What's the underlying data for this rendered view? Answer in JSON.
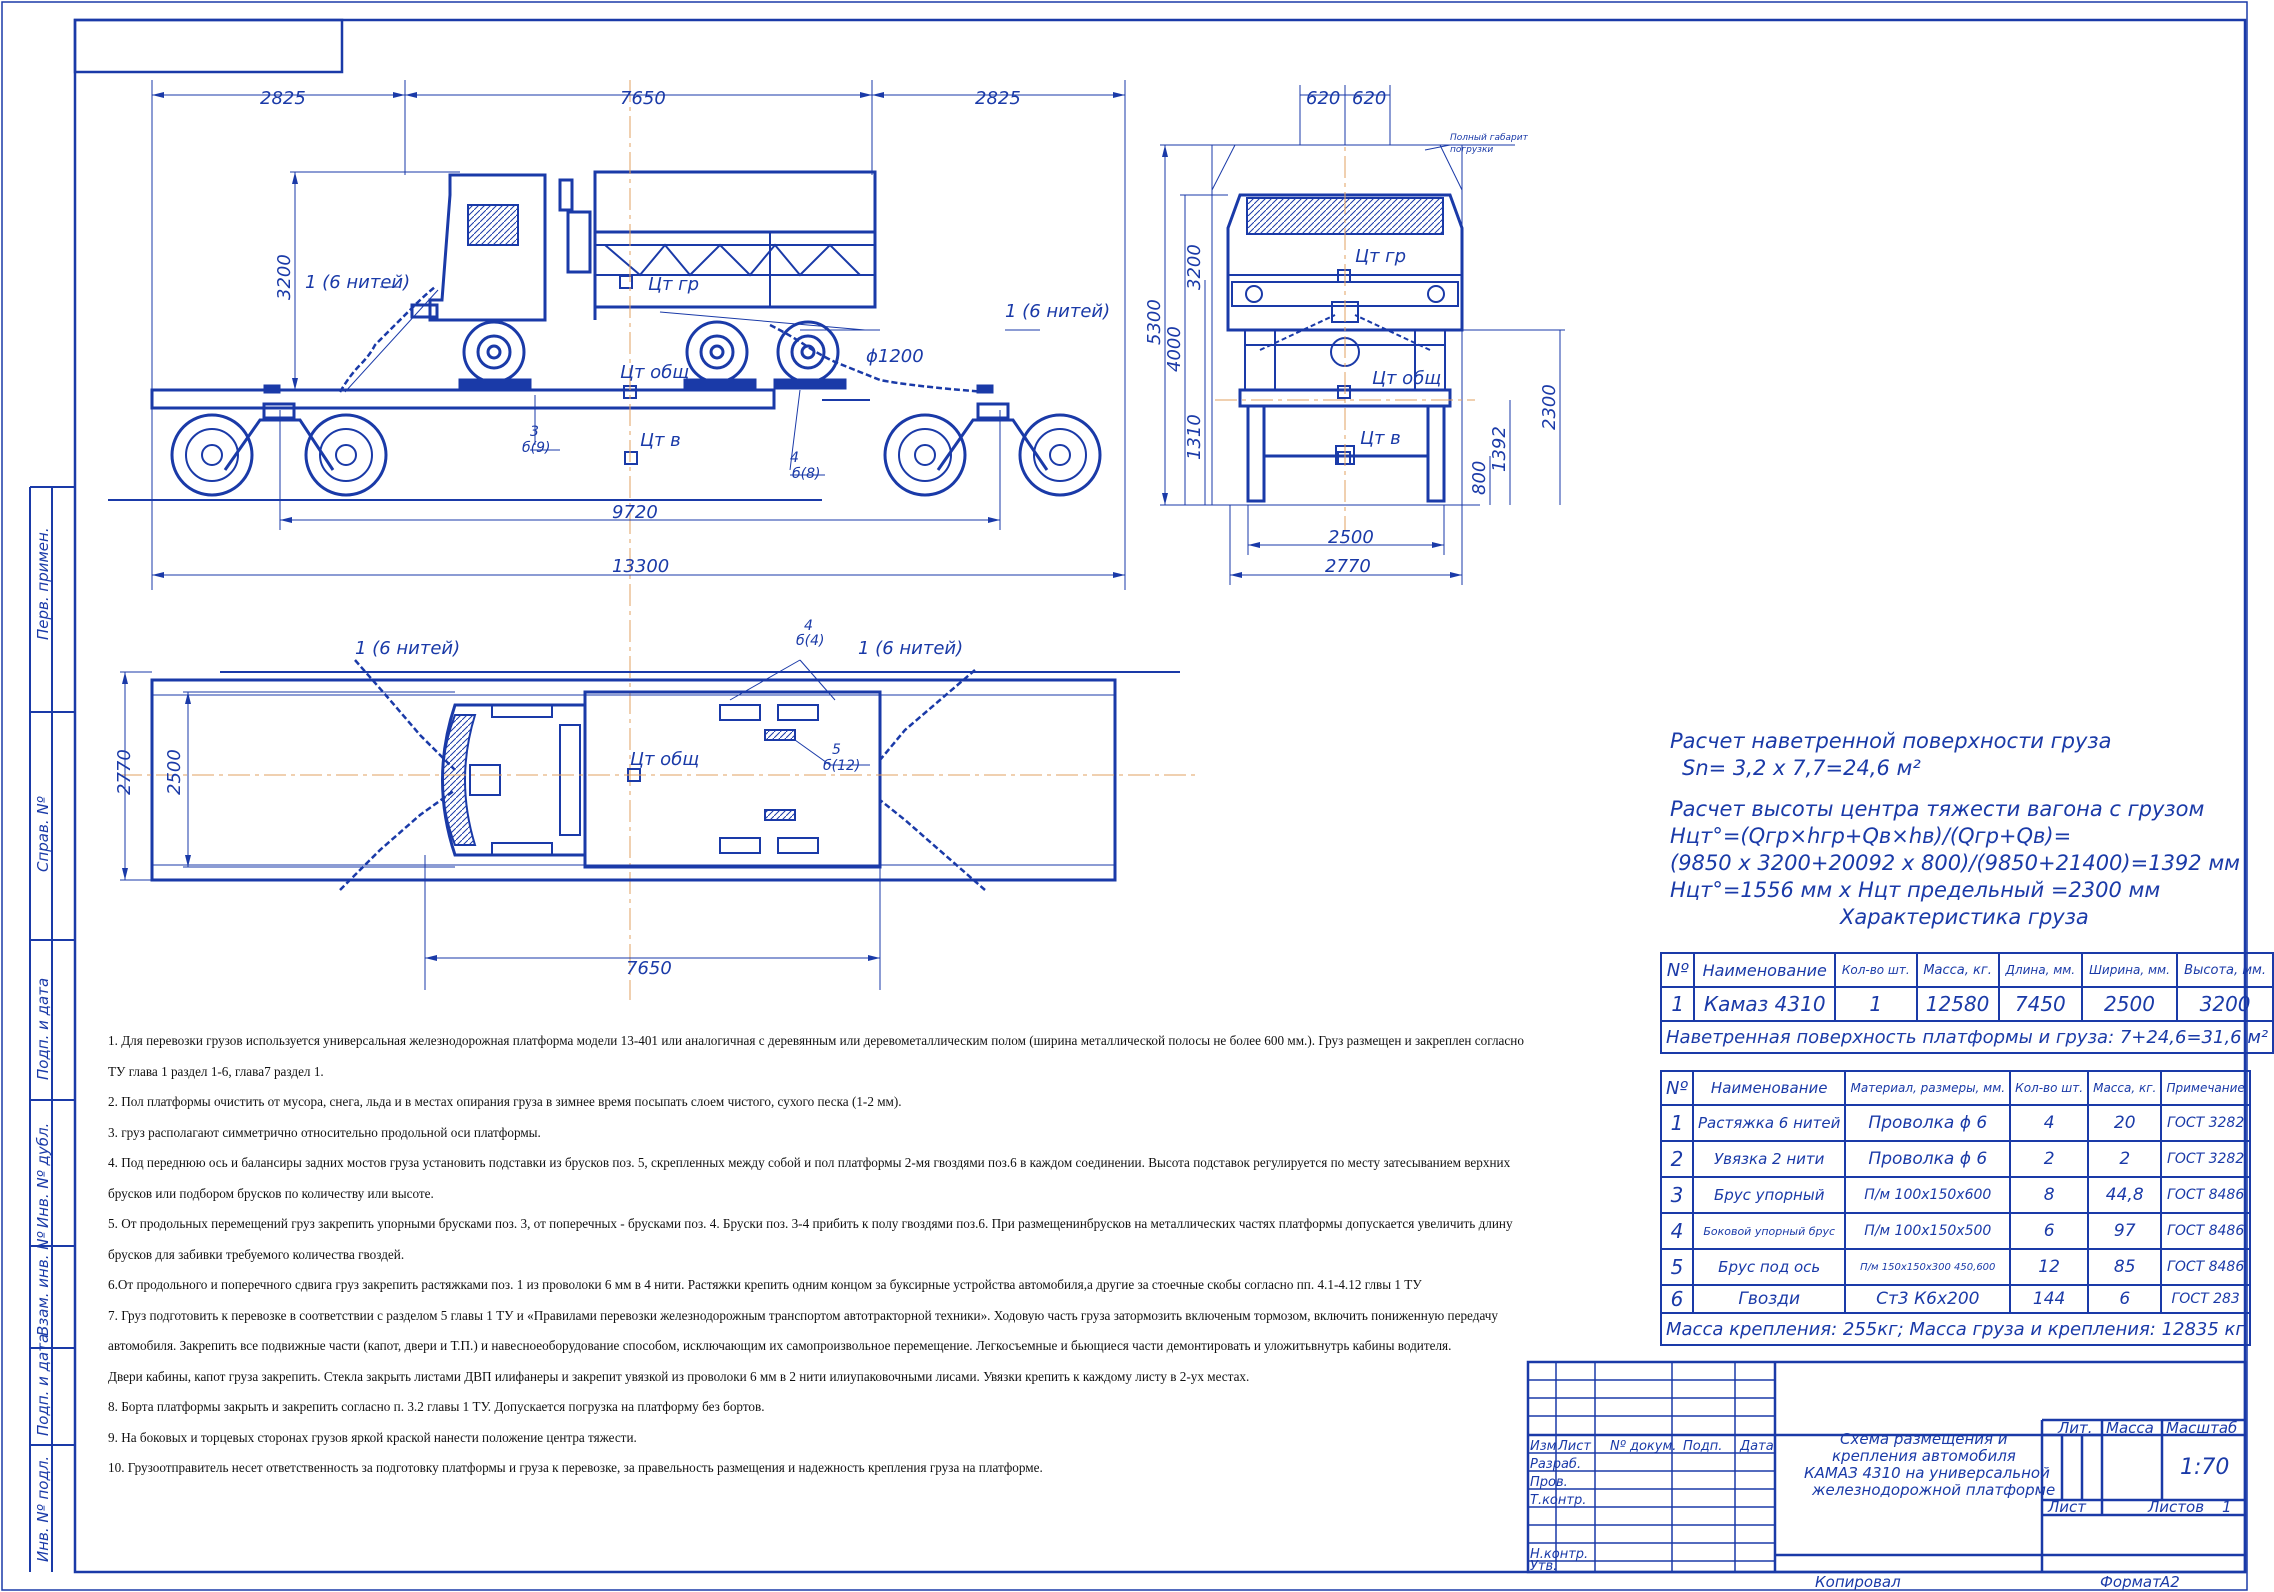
{
  "dims": {
    "d2825a": "2825",
    "d7650": "7650",
    "d2825b": "2825",
    "d3200": "3200",
    "d9720": "9720",
    "d13300": "13300",
    "d1200": "ϕ1200",
    "d620a": "620",
    "d620b": "620",
    "d5300": "5300",
    "d3200b": "3200",
    "d4000": "4000",
    "d1310": "1310",
    "d2300": "2300",
    "d1392": "1392",
    "d800": "800",
    "d2500": "2500",
    "d2770": "2770",
    "p2770": "2770",
    "p2500": "2500",
    "p7650": "7650"
  },
  "labels": {
    "strap_left": "1 (6 нитей)",
    "strap_right": "1 (6 нитей)",
    "strap_plan_left": "1 (6 нитей)",
    "strap_plan_right": "1 (6 нитей)",
    "cg_cargo": "Цт гр",
    "cg_total": "Цт общ",
    "cg_wagon": "Цт в",
    "cg_cargo_end": "Цт гр",
    "cg_total_end": "Цт общ",
    "cg_wagon_end": "Цт в",
    "cg_total_plan": "Цт общ",
    "pos3": "3",
    "pos3b": "б(9)",
    "pos4": "4",
    "pos4b": "б(8)",
    "pos4p": "4",
    "pos4pb": "б(4)",
    "pos5p": "5",
    "pos5pb": "б(12)",
    "side_note_1": "Полный габарит",
    "side_note_2": "погрузки"
  },
  "calc": {
    "line1": "Расчет наветренной поверхности груза",
    "line2": "Sn= 3,2 x 7,7=24,6 м²",
    "line3": "Расчет высоты центра тяжести вагона с грузом",
    "line4": "Нцт°=(Qгр×hгр+Qв×hв)/(Qгр+Qв)=",
    "line5": "(9850 x 3200+20092 x 800)/(9850+21400)=1392 мм",
    "line6": "Нцт°=1556 мм x Нцт предельный =2300 мм",
    "line7": "Характеристика груза"
  },
  "cargo_table": {
    "headers": [
      "Nº",
      "Наименование",
      "Кол-во шт.",
      "Масса, кг.",
      "Длина, мм.",
      "Ширина, мм.",
      "Высота, мм."
    ],
    "row": [
      "1",
      "Камаз 4310",
      "1",
      "12580",
      "7450",
      "2500",
      "3200"
    ],
    "windward": "Наветренная поверхность платформы и груза: 7+24,6=31,6 м²"
  },
  "fix_table": {
    "headers": [
      "Nº",
      "Наименование",
      "Материал, размеры, мм.",
      "Кол-во шт.",
      "Масса, кг.",
      "Примечание"
    ],
    "rows": [
      [
        "1",
        "Растяжка 6 нитей",
        "Проволка ϕ 6",
        "4",
        "20",
        "ГОСТ 3282"
      ],
      [
        "2",
        "Увязка 2 нити",
        "Проволка ϕ 6",
        "2",
        "2",
        "ГОСТ 3282"
      ],
      [
        "3",
        "Брус упорный",
        "П/м 100х150х600",
        "8",
        "44,8",
        "ГОСТ 8486"
      ],
      [
        "4",
        "Боковой упорный брус",
        "П/м 100х150х500",
        "6",
        "97",
        "ГОСТ 8486"
      ],
      [
        "5",
        "Брус под ось",
        "П/м 150х150х300 450,600",
        "12",
        "85",
        "ГОСТ 8486"
      ],
      [
        "6",
        "Гвозди",
        "Ст3 К6х200",
        "144",
        "6",
        "ГОСТ 283"
      ]
    ],
    "total": "Масса крепления: 255кг; Масса груза и крепления: 12835 кг"
  },
  "notes": [
    "1. Для перевозки грузов используется универсальная железнодорожная платформа модели 13-401 или аналогичная с деревянным или деревометаллическим полом (ширина металлической полосы не более 600 мм.). Груз размещен и закреплен согласно",
    " ТУ глава 1 раздел 1-6, глава7 раздел 1.",
    "2. Пол платформы очистить от мусора, снега, льда и в местах опирания груза в зимнее время посыпать слоем чистого, сухого песка (1-2 мм).",
    "3. груз располагают симметрично относительно продольной оси платформы.",
    "4. Под переднюю ось и балансиры задних мостов груза установить подставки из брусков поз. 5, скрепленных между собой и пол платформы 2-мя гвоздями поз.6 в каждом соединении. Высота подставок регулируется по месту затесыванием верхних",
    "брусков или подбором брусков по количеству или высоте.",
    "5. От продольных перемещений груз закрепить упорными брусками поз. 3,  от поперечных - брусками поз. 4. Бруски поз. 3-4 прибить к полу гвоздями поз.6.  При размещенинбрусков на металлических частях платформы допускается  увеличить длину",
    "брусков для забивки требуемого количества гвоздей.",
    "6.От продольного и поперечного сдвига груз закрепить растяжками поз. 1  из проволоки  6 мм в 4 нити. Растяжки крепить одним концом за буксирные  устройства автомобиля,а другие за стоечные скобы согласно пп. 4.1-4.12 глвы 1 ТУ",
    "7. Груз подготовить к перевозке в соответствии с разделом 5 главы 1 ТУ и «Правилами перевозки железнодорожным транспортом автотракторной техники».  Ходовую часть груза затормозить включеным тормозом, включить пониженную передачу",
    "автомобиля. Закрепить все подвижные части (капот, двери и Т.П.) и навесноеоборудование способом, исключающим их самопроизвольное перемещение.  Легкосъемные и бьющиеся части  демонтировать и уложитьвнутрь кабины водителя.",
    " Двери кабины, капот груза закрепить.  Стекла закрыть листами ДВП илифанеры и закрепит увязкой из проволоки   6 мм в 2 нити илиупаковочными лисами. Увязки крепить к каждому листу в 2-ух местах.",
    "8. Борта платформы закрыть и закрепить согласно п. 3.2 главы 1 ТУ.  Допускается погрузка на платформу без бортов.",
    "9. На боковых и торцевых сторонах грузов яркой краской нанести положение центра тяжести.",
    "10. Грузоотправитель несет ответственность за подготовку платформы и груза к перевозке, за правельность размещения и надежность крепления груза на платформе."
  ],
  "side_stamps": [
    "Перв. примен.",
    "Справ. Nº",
    "Подп. и дата",
    "Инв. Nº дубл.",
    "Взам. инв. Nº",
    "Подп. и дата",
    "Инв. Nº подл."
  ],
  "title_block": {
    "izm": "Изм",
    "list": "Лист",
    "ndoc": "Nº докум.",
    "podp": "Подп.",
    "data": "Дата",
    "razrab": "Разраб.",
    "prov": "Пров.",
    "tkontr": "Т.контр.",
    "nkontr": "Н.контр.",
    "utv": "Утв.",
    "title_1": "Схема размещения и",
    "title_2": "крепления автомобиля",
    "title_3": "КАМАЗ 4310 на универсальной",
    "title_4": "железнодорожной платформе",
    "lit": "Лит.",
    "massa": "Масса",
    "masshtab": "Масштаб",
    "scale": "1:70",
    "list2": "Лист",
    "listov": "Листов",
    "listov_val": "1",
    "kopiroval": "Копировал",
    "format": "Формат",
    "format_val": "А2"
  }
}
